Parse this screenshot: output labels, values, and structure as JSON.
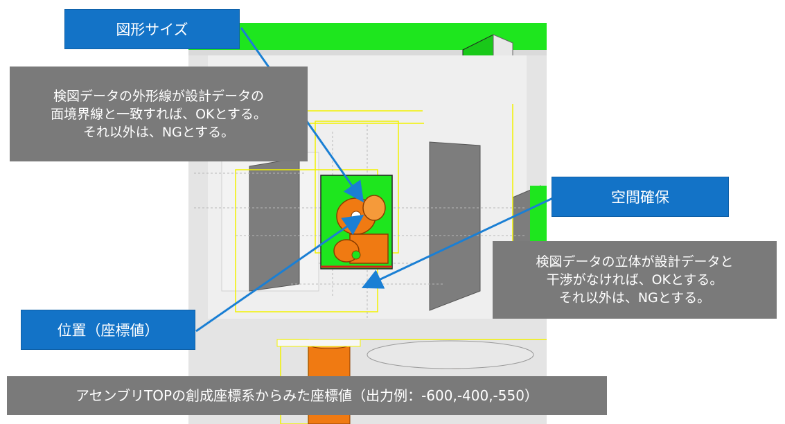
{
  "labels": {
    "shape_size": "図形サイズ",
    "space": "空間確保",
    "position": "位置（座標値）"
  },
  "notes": {
    "shape": [
      "検図データの外形線が設計データの",
      "面境界線と一致すれば、OKとする。",
      "それ以外は、NGとする。"
    ],
    "space": [
      "検図データの立体が設計データと",
      "干渉がなければ、OKとする。",
      "それ以外は、NGとする。"
    ],
    "coordinate": "アセンブリTOPの創成座標系からみた座標値（出力例：-600,-400,-550）"
  },
  "colors": {
    "label_blue": "#1373c7",
    "note_gray": "#7a7a7a",
    "cad_green": "#19e619",
    "cad_orange": "#f07a12",
    "cad_yellow": "#f2f200",
    "arrow_blue": "#1a7fd4"
  }
}
